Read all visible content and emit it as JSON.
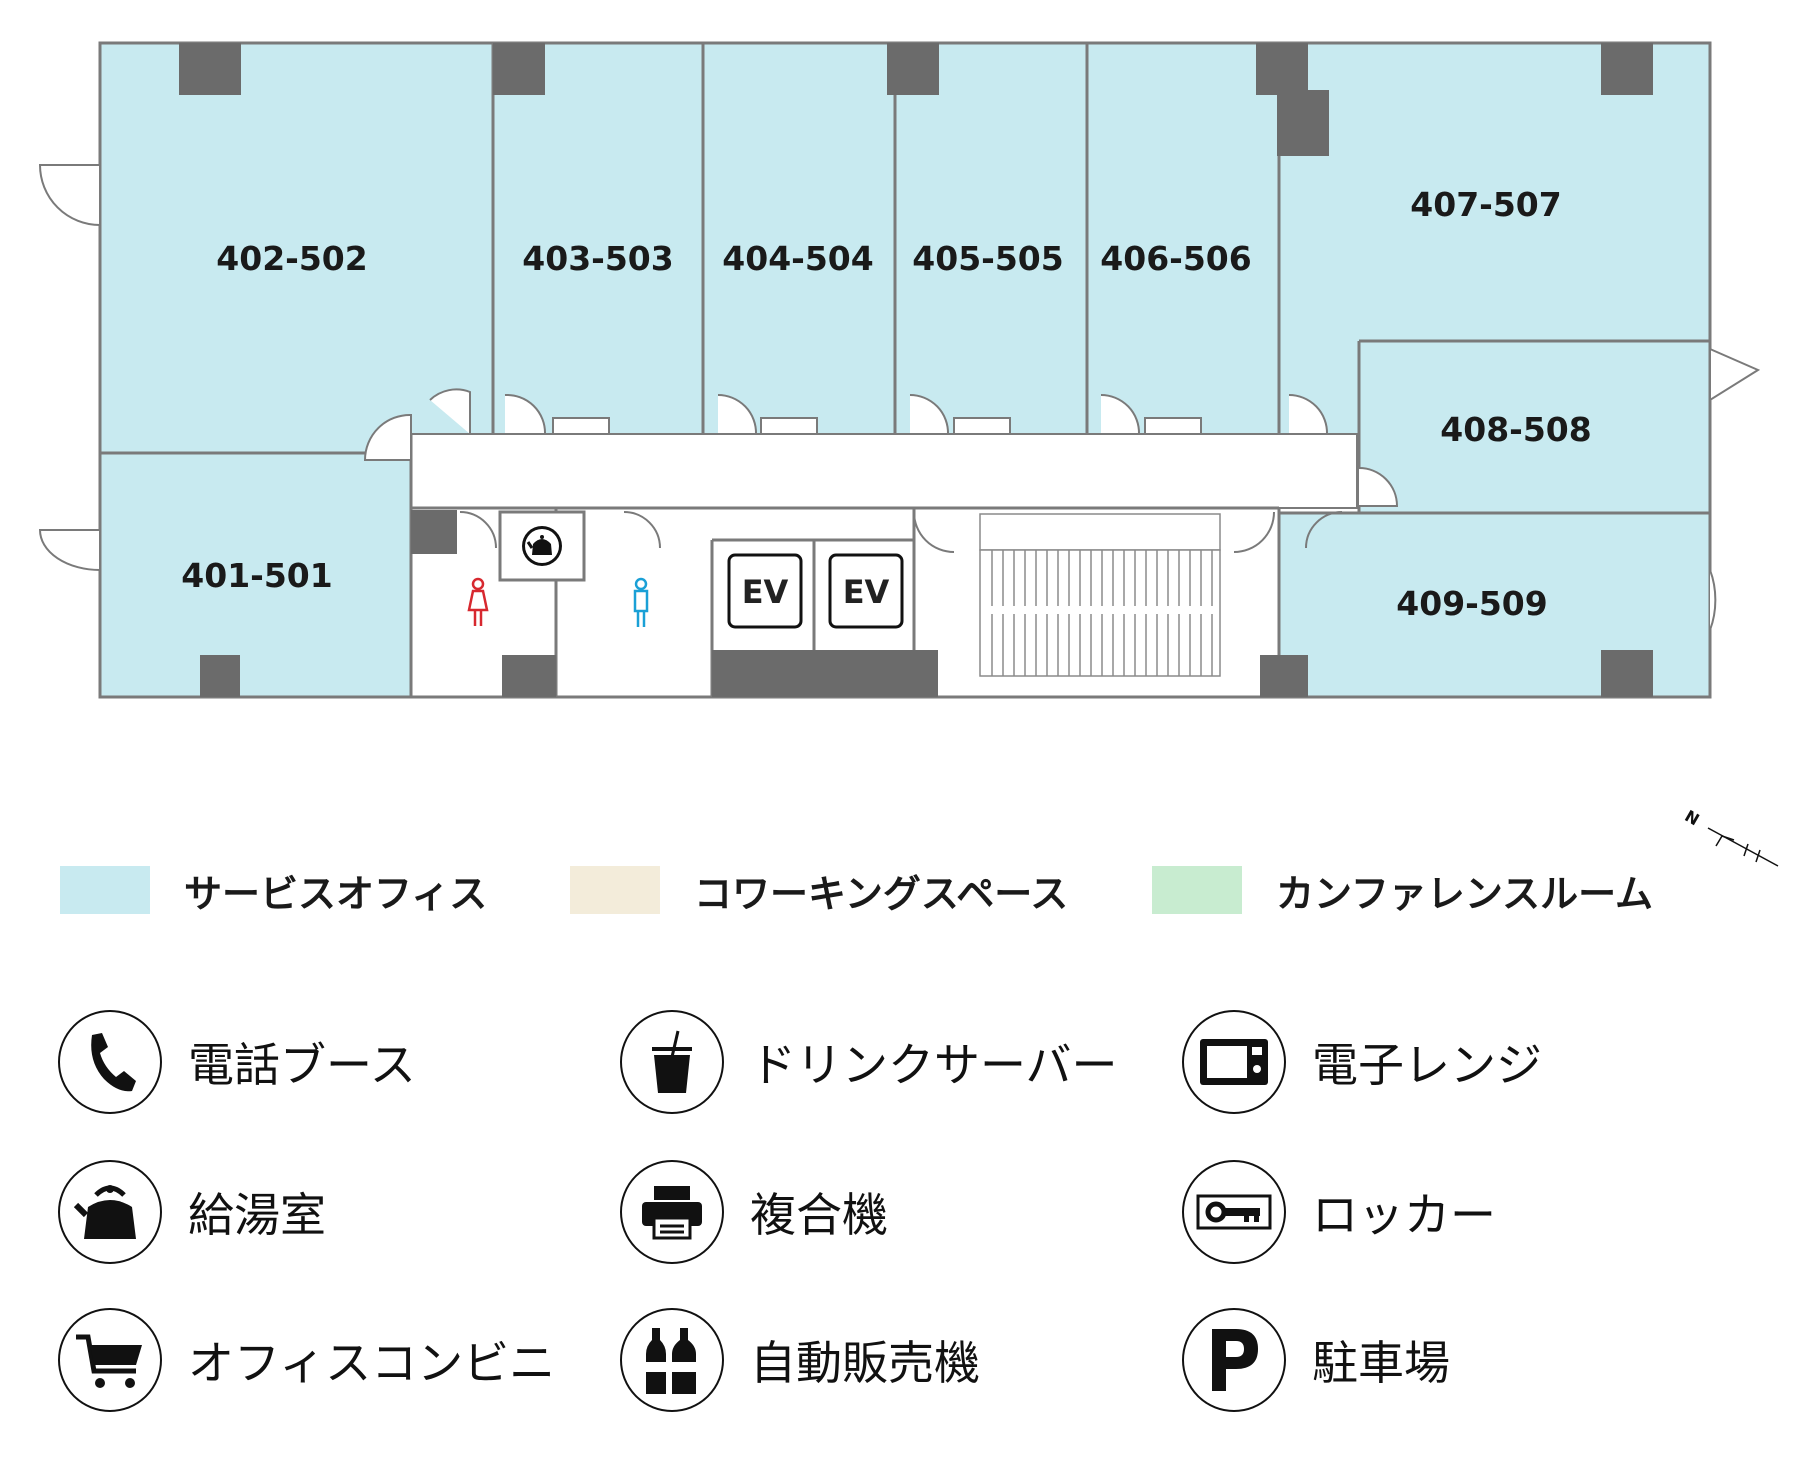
{
  "colors": {
    "service_office": "#c8eaf0",
    "coworking": "#f3ecda",
    "conference": "#c8ecd0",
    "wall": "#7a7a7a",
    "pillar": "#6b6b6b",
    "corridor": "#ffffff",
    "female": "#d7282f",
    "male": "#1aa0d6"
  },
  "rooms": [
    {
      "id": "402-502"
    },
    {
      "id": "403-503"
    },
    {
      "id": "404-504"
    },
    {
      "id": "405-505"
    },
    {
      "id": "406-506"
    },
    {
      "id": "407-507"
    },
    {
      "id": "408-508"
    },
    {
      "id": "401-501"
    },
    {
      "id": "409-509"
    }
  ],
  "elevators": [
    "EV",
    "EV"
  ],
  "compass": {
    "north": "N"
  },
  "legend": [
    {
      "label": "サービスオフィス",
      "color": "#c8eaf0"
    },
    {
      "label": "コワーキングスペース",
      "color": "#f3ecda"
    },
    {
      "label": "カンファレンスルーム",
      "color": "#c8ecd0"
    }
  ],
  "amenities": [
    {
      "label": "電話ブース",
      "icon": "phone-icon"
    },
    {
      "label": "ドリンクサーバー",
      "icon": "drink-icon"
    },
    {
      "label": "電子レンジ",
      "icon": "microwave-icon"
    },
    {
      "label": "給湯室",
      "icon": "kettle-icon"
    },
    {
      "label": "複合機",
      "icon": "printer-icon"
    },
    {
      "label": "ロッカー",
      "icon": "key-icon"
    },
    {
      "label": "オフィスコンビニ",
      "icon": "cart-icon"
    },
    {
      "label": "自動販売機",
      "icon": "bottles-icon"
    },
    {
      "label": "駐車場",
      "icon": "parking-icon"
    }
  ]
}
